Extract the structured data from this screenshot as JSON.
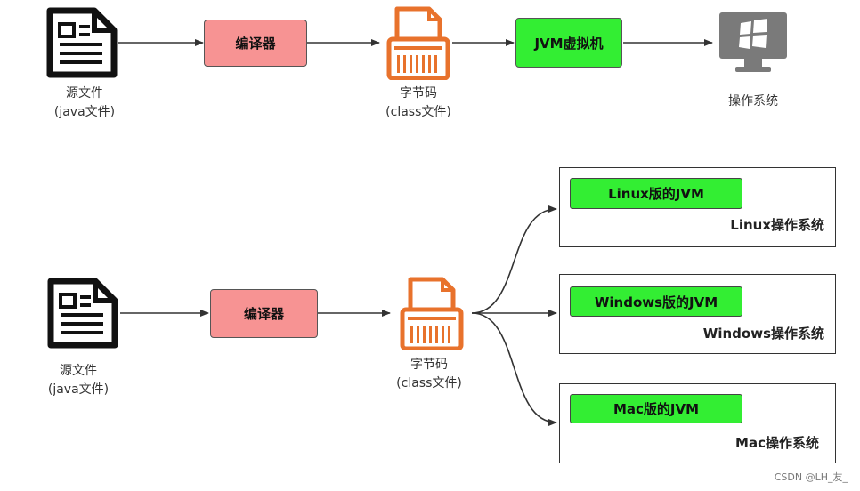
{
  "top": {
    "source": {
      "line1": "源文件",
      "line2": "(java文件)"
    },
    "compiler": "编译器",
    "bytecode": {
      "line1": "字节码",
      "line2": "(class文件)"
    },
    "jvm": "JVM虚拟机",
    "os": "操作系统"
  },
  "bottom": {
    "source": {
      "line1": "源文件",
      "line2": "(java文件)"
    },
    "compiler": "编译器",
    "bytecode": {
      "line1": "字节码",
      "line2": "(class文件)"
    },
    "targets": [
      {
        "jvm": "Linux版的JVM",
        "os": "Linux操作系统"
      },
      {
        "jvm": "Windows版的JVM",
        "os": "Windows操作系统"
      },
      {
        "jvm": "Mac版的JVM",
        "os": "Mac操作系统"
      }
    ]
  },
  "watermark": "CSDN @LH_友_",
  "colors": {
    "compiler": "#f79393",
    "jvm": "#33ee33",
    "file_icon": "#e8722c",
    "monitor": "#7a7a7a"
  },
  "icons": {
    "source": "document-icon",
    "bytecode": "file-bytecode-icon",
    "os": "windows-monitor-icon"
  }
}
